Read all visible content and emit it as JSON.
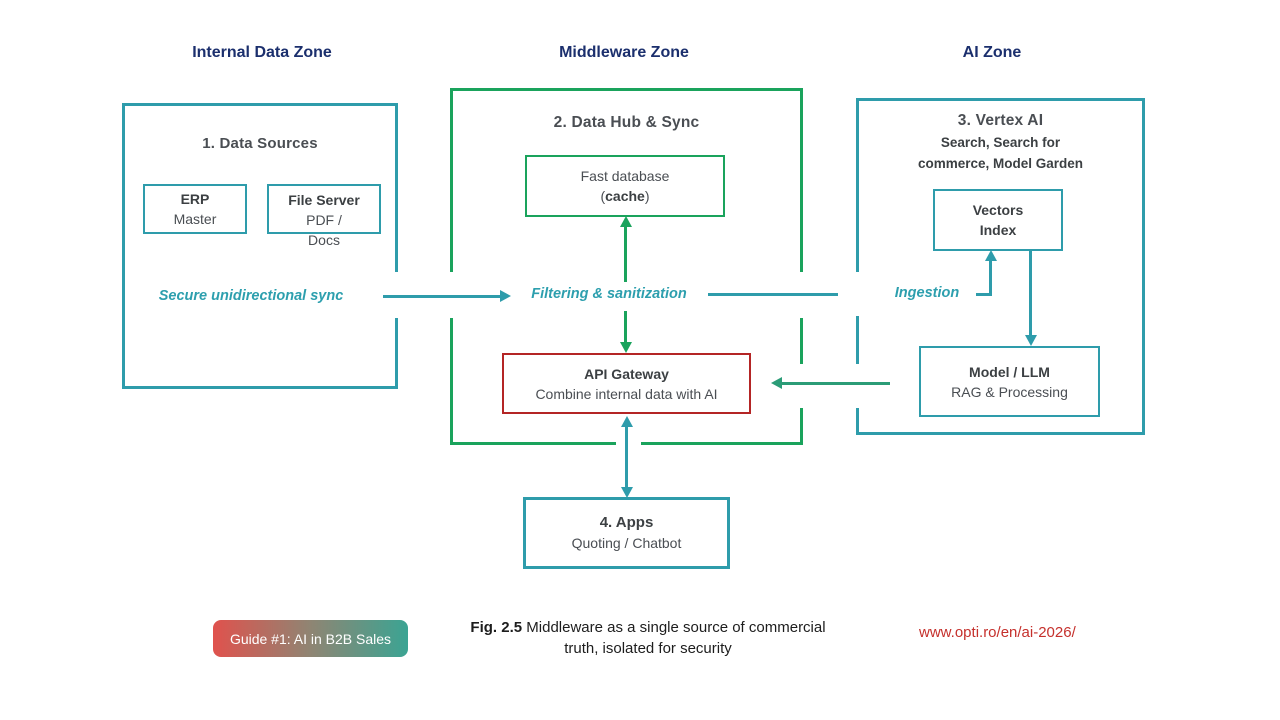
{
  "zone_titles": {
    "internal": "Internal Data Zone",
    "middleware": "Middleware Zone",
    "ai": "AI Zone"
  },
  "internal_zone": {
    "heading": "1. Data Sources",
    "erp": {
      "title": "ERP",
      "subtitle": "Master"
    },
    "file_server": {
      "title": "File Server",
      "line2": "PDF /",
      "line3": "Docs"
    }
  },
  "middleware_zone": {
    "heading": "2. Data Hub & Sync",
    "fast_database": {
      "line1": "Fast database",
      "paren_open": "(",
      "bold": "cache",
      "paren_close": ")"
    },
    "api_gateway": {
      "title": "API Gateway",
      "subtitle": "Combine internal data with AI"
    }
  },
  "ai_zone": {
    "heading": "3. Vertex AI",
    "subtitle_line1": "Search, Search for",
    "subtitle_line2": "commerce, Model Garden",
    "vectors_index": {
      "line1": "Vectors",
      "line2": "Index"
    },
    "model_llm": {
      "title": "Model / LLM",
      "subtitle": "RAG & Processing"
    }
  },
  "apps_box": {
    "title": "4. Apps",
    "subtitle": "Quoting / Chatbot"
  },
  "flow_labels": {
    "secure_sync": "Secure unidirectional sync",
    "filtering": "Filtering & sanitization",
    "ingestion": "Ingestion"
  },
  "footer": {
    "badge": "Guide #1: AI in B2B Sales",
    "caption_prefix": "Fig. 2.5",
    "caption_line1": " Middleware as a single source of commercial",
    "caption_line2": "truth, isolated for security",
    "url": "www.opti.ro/en/ai-2026/"
  },
  "colors": {
    "zone_title_navy": "#1b2f6d",
    "teal_border": "#2e9cab",
    "green_border": "#1aa35c",
    "green_teal_arrow": "#2b9c77",
    "red_border": "#b42525",
    "red_url": "#c5302c",
    "teal_label": "#2d9fae",
    "heading_gray": "#4a4e53",
    "badge_gradient_left": "#e0524d",
    "badge_gradient_right": "#3ba493"
  }
}
